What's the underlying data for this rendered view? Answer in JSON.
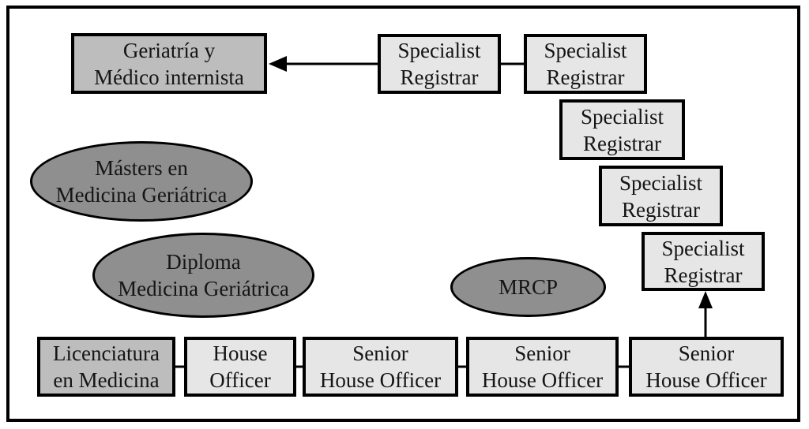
{
  "colors": {
    "background": "#ffffff",
    "line_color": "#000000",
    "text_color": "#151515",
    "box_medium_fill": "#bdbdbd",
    "box_light_fill": "#e6e6e6",
    "ellipse_fill": "#8f8f8f"
  },
  "consultant_box": {
    "label": "Geriatría y\nMédico internista"
  },
  "specialist_registrars": [
    {
      "label": "Specialist\nRegistrar"
    },
    {
      "label": "Specialist\nRegistrar"
    },
    {
      "label": "Specialist\nRegistrar"
    },
    {
      "label": "Specialist\nRegistrar"
    },
    {
      "label": "Specialist\nRegistrar"
    }
  ],
  "qualifications": [
    {
      "label": "Másters en\nMedicina Geriátrica"
    },
    {
      "label": "Diploma\nMedicina Geriátrica"
    },
    {
      "label": "MRCP"
    }
  ],
  "training_row": [
    {
      "label": "Licenciatura\nen Medicina"
    },
    {
      "label": "House\nOfficer"
    },
    {
      "label": "Senior\nHouse Officer"
    },
    {
      "label": "Senior\nHouse Officer"
    },
    {
      "label": "Senior\nHouse Officer"
    }
  ]
}
